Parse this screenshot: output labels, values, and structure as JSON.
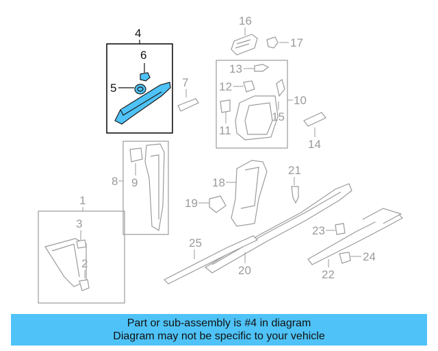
{
  "callouts": {
    "c1": "1",
    "c2": "2",
    "c3": "3",
    "c4": "4",
    "c5": "5",
    "c6": "6",
    "c7": "7",
    "c8": "8",
    "c9": "9",
    "c10": "10",
    "c11": "11",
    "c12": "12",
    "c13": "13",
    "c14": "14",
    "c15": "15",
    "c16": "16",
    "c17": "17",
    "c18": "18",
    "c19": "19",
    "c20": "20",
    "c21": "21",
    "c22": "22",
    "c23": "23",
    "c24": "24",
    "c25": "25"
  },
  "highlight": {
    "part": "4",
    "color": "#4fc3f7"
  },
  "banner": {
    "line1": "Part or sub-assembly is #4 in diagram",
    "line2": "Diagram may not be specific to your vehicle"
  }
}
